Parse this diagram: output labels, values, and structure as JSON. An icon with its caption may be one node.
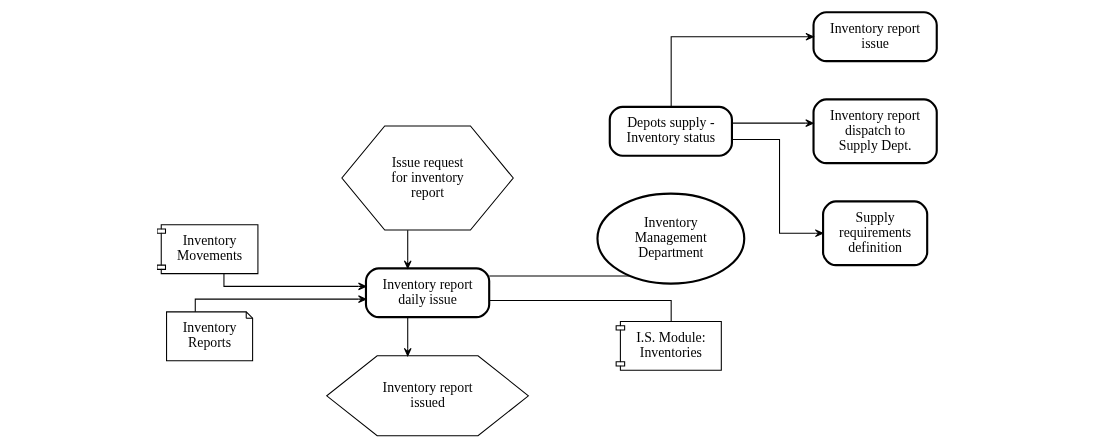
{
  "diagram": {
    "nodes": [
      {
        "text": [
          "Issue request for inventory report"
        ]
      },
      {
        "text": [
          "Inventory Movements"
        ]
      },
      {
        "text": [
          "Inventory report daily issue"
        ]
      },
      {
        "text": [
          "Inventory Reports"
        ]
      },
      {
        "text": [
          "Inventory Management Department"
        ]
      },
      {
        "text": [
          "I.S. Module: Inventories"
        ]
      },
      {
        "text": [
          "Inventory report issued"
        ]
      },
      {
        "text": [
          "Depots supply - Inventory status"
        ]
      },
      {
        "text": [
          "Inventory report  issue"
        ]
      },
      {
        "text": [
          "Inventory report dispatch to Supply Dept."
        ]
      },
      {
        "text": [
          "Supply requirements definition"
        ]
      }
    ],
    "edges": [
      {
        "from": 0,
        "to": 2,
        "arrow": "to"
      },
      {
        "from": 1,
        "to": 2,
        "arrow": "to"
      },
      {
        "from": 3,
        "to": 2,
        "arrow": "to"
      },
      {
        "from": 2,
        "to": 4,
        "arrow": "none"
      },
      {
        "from": 2,
        "to": 5,
        "arrow": "none"
      },
      {
        "from": 2,
        "to": 6,
        "arrow": "to"
      },
      {
        "from": 7,
        "to": 8,
        "arrow": "to"
      },
      {
        "from": 7,
        "to": 9,
        "arrow": "to"
      },
      {
        "from": 7,
        "to": 10,
        "arrow": "to"
      }
    ]
  }
}
